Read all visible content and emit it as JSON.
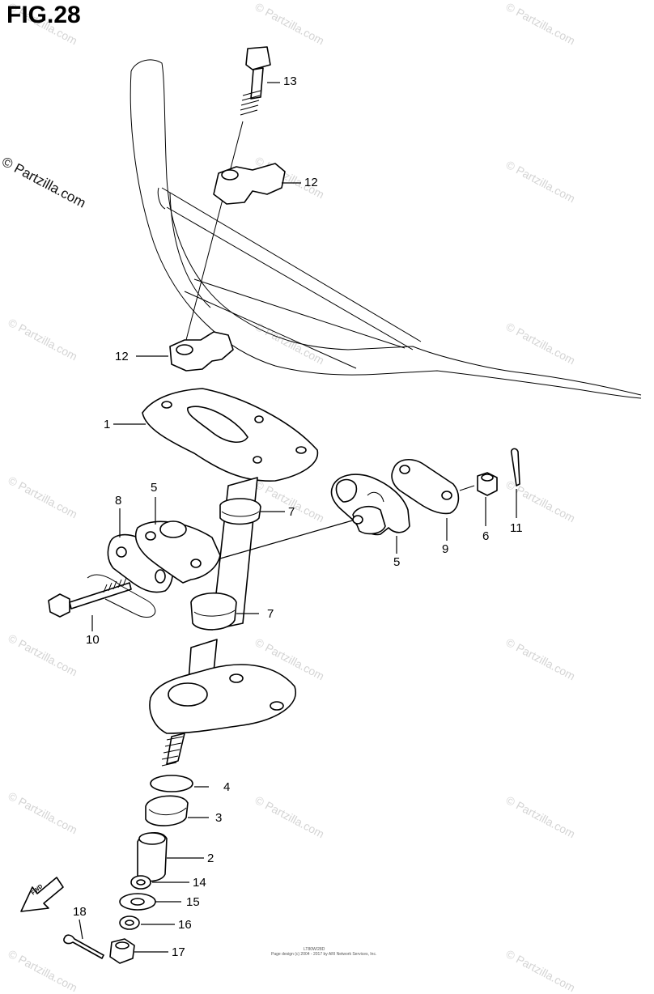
{
  "figure": {
    "title": "FIG.28",
    "copyright": "© Partzilla.com",
    "watermark": "© Partzilla.com",
    "footer_code": "LT80W/28D",
    "footer_text": "Page design (c) 2004 - 2017 by ARI Network Services, Inc.",
    "fwd_label": "FWD"
  },
  "callouts": {
    "c1": "1",
    "c2": "2",
    "c3": "3",
    "c4": "4",
    "c5a": "5",
    "c5b": "5",
    "c6": "6",
    "c7a": "7",
    "c7b": "7",
    "c8": "8",
    "c9": "9",
    "c10": "10",
    "c11": "11",
    "c12a": "12",
    "c12b": "12",
    "c13": "13",
    "c14": "14",
    "c15": "15",
    "c16": "16",
    "c17": "17",
    "c18": "18"
  }
}
